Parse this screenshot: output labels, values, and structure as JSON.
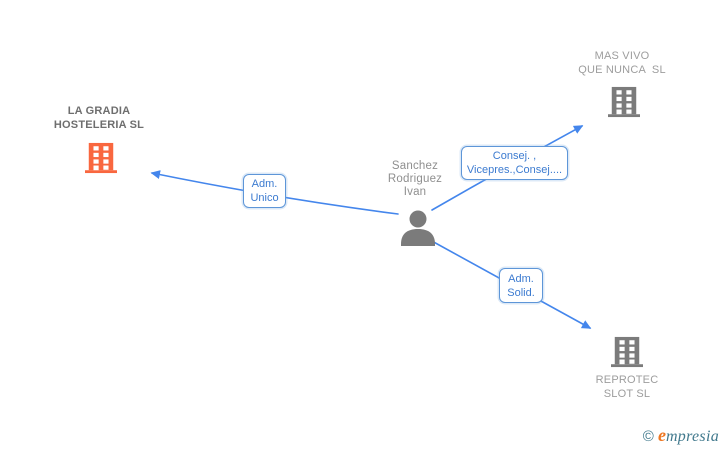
{
  "colors": {
    "accent_orange": "#F9673F",
    "icon_gray": "#7B7B7B",
    "line_blue": "#4486EC",
    "box_border_blue": "#5E96D8",
    "box_text_blue": "#3C7BD0",
    "company_main_text": "#6E6E6E",
    "company_text": "#9D9D9D",
    "person_text": "#8F8F8F",
    "wm_teal": "#41798D",
    "wm_orange": "#EE7722"
  },
  "icons": {
    "company": "building-icon",
    "person": "person-icon"
  },
  "diagram": {
    "person": {
      "name_lines": [
        "Sanchez",
        "Rodriguez",
        "Ivan"
      ]
    },
    "companies": [
      {
        "name_lines": [
          "LA GRADIA",
          "HOSTELERIA SL"
        ],
        "highlighted": true
      },
      {
        "name_lines": [
          "MAS VIVO",
          "QUE NUNCA  SL"
        ],
        "highlighted": false
      },
      {
        "name_lines": [
          "REPROTEC",
          "SLOT SL"
        ],
        "highlighted": false
      }
    ],
    "edges": [
      {
        "target": "LA GRADIA HOSTELERIA SL",
        "label_lines": [
          "Adm.",
          "Unico"
        ]
      },
      {
        "target": "MAS VIVO QUE NUNCA SL",
        "label_lines": [
          "Consej. ,",
          "Vicepres.,Consej...."
        ]
      },
      {
        "target": "REPROTEC SLOT SL",
        "label_lines": [
          "Adm.",
          "Solid."
        ]
      }
    ],
    "watermark": {
      "copyright": "©",
      "brand_initial": "e",
      "brand_rest": "mpresia"
    }
  }
}
